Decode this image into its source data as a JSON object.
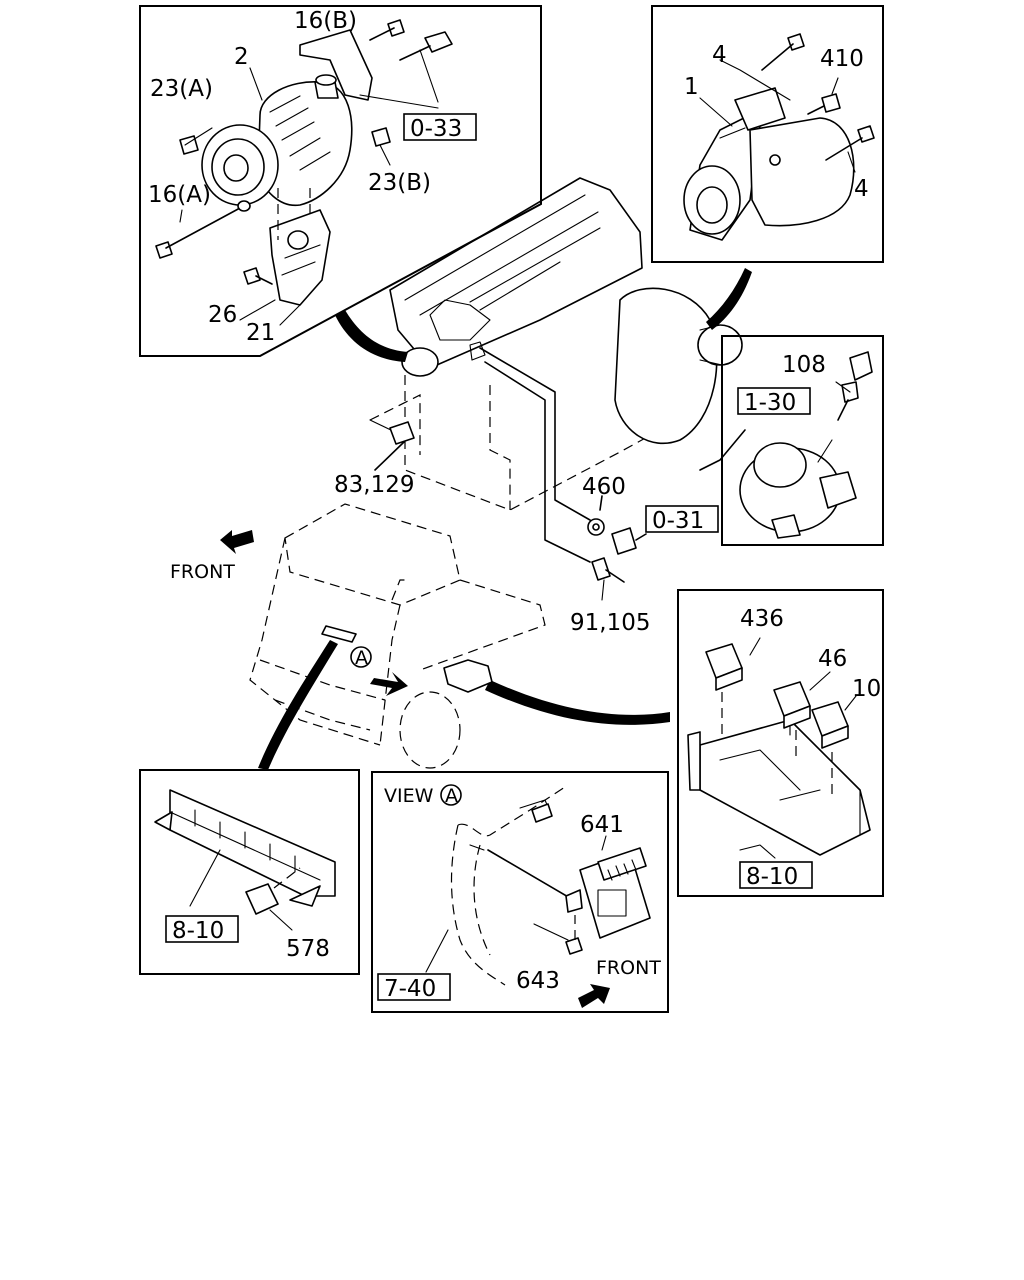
{
  "labels": {
    "p16b": "16(B)",
    "p2": "2",
    "p23a": "23(A)",
    "p16a": "16(A)",
    "p23b": "23(B)",
    "p26": "26",
    "p21": "21",
    "ref033": "0-33",
    "p4a": "4",
    "p410": "410",
    "p1": "1",
    "p4b": "4",
    "p108": "108",
    "ref130": "1-30",
    "p83129": "83,129",
    "p460": "460",
    "ref031": "0-31",
    "front1": "FRONT",
    "circleA1": "A",
    "p91105": "91,105",
    "p436": "436",
    "p46": "46",
    "p10": "10",
    "ref810r": "8-10",
    "ref810l": "8-10",
    "p578": "578",
    "viewA": "VIEW",
    "circleA2": "A",
    "p641": "641",
    "p643": "643",
    "front2": "FRONT",
    "ref740": "7-40"
  }
}
